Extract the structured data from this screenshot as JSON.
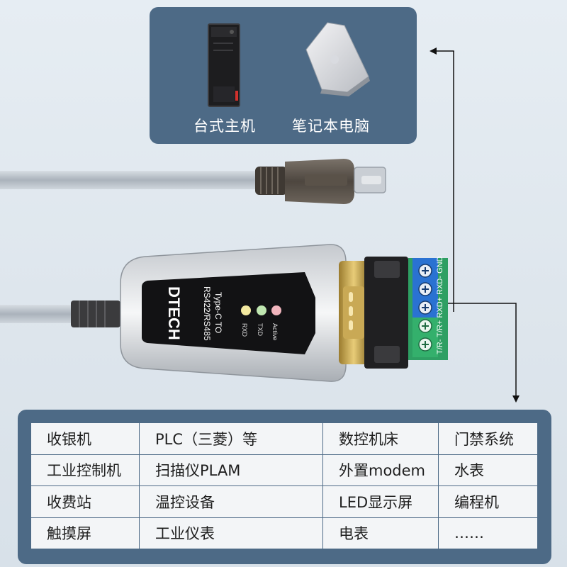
{
  "devices": {
    "desktop_label": "台式主机",
    "laptop_label": "笔记本电脑"
  },
  "adapter": {
    "brand": "DTECH",
    "model_line1": "Type-C TO",
    "model_line2": "RS422/RS485",
    "leds": [
      {
        "label": "RXD",
        "color": "#f3e9a0"
      },
      {
        "label": "TXD",
        "color": "#bfe6b0"
      },
      {
        "label": "Active",
        "color": "#f1b5bd"
      }
    ],
    "terminal_labels": "T/R- T/R+ RXD+ RXD- GND"
  },
  "applications": {
    "rows": [
      [
        "收银机",
        "PLC（三菱）等",
        "数控机床",
        "门禁系统"
      ],
      [
        "工业控制机",
        "扫描仪PLAM",
        "外置modem",
        "水表"
      ],
      [
        "收费站",
        "温控设备",
        "LED显示屏",
        "编程机"
      ],
      [
        "触摸屏",
        "工业仪表",
        "电表",
        "……"
      ]
    ]
  },
  "colors": {
    "panel": "#4d6a86",
    "background": "#e1e8ee",
    "terminal_block": "#2e9f63",
    "terminal_screw": "#1d63c8"
  }
}
